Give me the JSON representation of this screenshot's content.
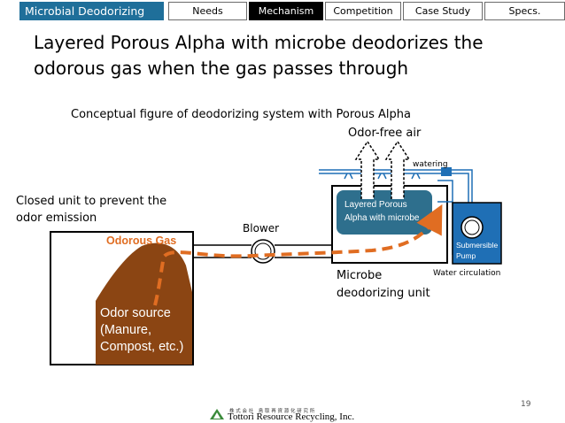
{
  "tabs": {
    "main": "Microbial Deodorizing",
    "items": [
      "Needs",
      "Mechanism",
      "Competition",
      "Case Study",
      "Specs."
    ],
    "active": "Mechanism"
  },
  "headline": {
    "line1": "Layered Porous Alpha with microbe deodorizes the",
    "line2": "odorous gas when the gas passes through"
  },
  "figure": {
    "caption": "Conceptual figure of deodorizing system with Porous Alpha",
    "odor_free_air": "Odor-free air",
    "watering": "watering",
    "closed_unit_line1": "Closed unit to prevent the",
    "closed_unit_line2": "odor emission",
    "blower": "Blower",
    "odorous_gas": "Odorous Gas",
    "layered_line1": "Layered Porous",
    "layered_line2": "Alpha with microbe",
    "pump_line1": "Submersible",
    "pump_line2": "Pump",
    "water_circulation": "Water circulation",
    "unit_line1": "Microbe",
    "unit_line2": "deodorizing unit",
    "odor_source_line1": "Odor source",
    "odor_source_line2": "(Manure,",
    "odor_source_line3": "Compost, etc.)"
  },
  "page_number": "19",
  "footer": {
    "company_small": "株 式 会 社　鳥 取 再 資 源 化 研 究 所",
    "company": "Tottori Resource Recycling, Inc."
  },
  "colors": {
    "tab_main_bg": "#1f6f9a",
    "odor_orange": "#e06d22",
    "source_brown": "#8b4513",
    "layer_blue": "#2e6f8d",
    "water_blue": "#1f6fb5"
  }
}
